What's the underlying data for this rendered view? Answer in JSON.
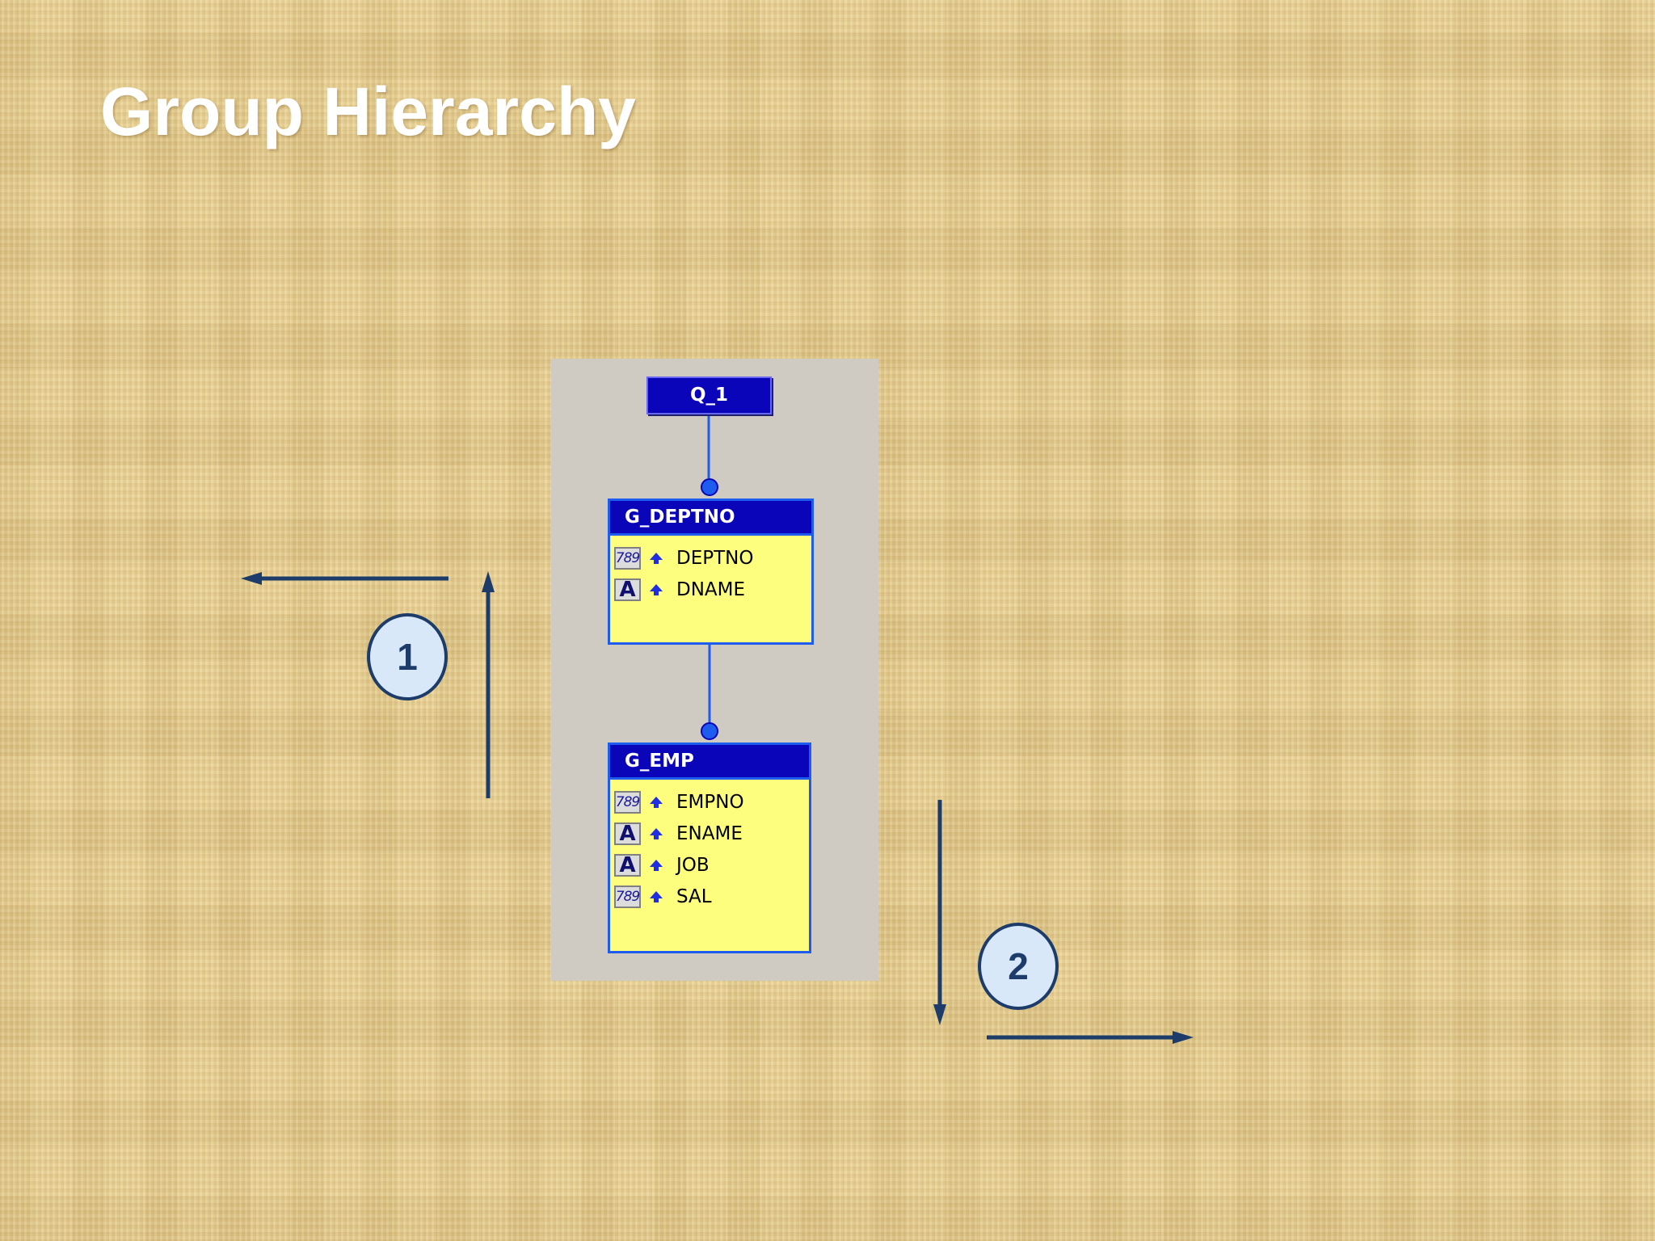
{
  "slide": {
    "title": "Group Hierarchy"
  },
  "diagram": {
    "query": "Q_1",
    "groups": [
      {
        "name": "G_DEPTNO",
        "columns": [
          {
            "type_icon": "789",
            "type": "number",
            "name": "DEPTNO"
          },
          {
            "type_icon": "A",
            "type": "character",
            "name": "DNAME"
          }
        ]
      },
      {
        "name": "G_EMP",
        "columns": [
          {
            "type_icon": "789",
            "type": "number",
            "name": "EMPNO"
          },
          {
            "type_icon": "A",
            "type": "character",
            "name": "ENAME"
          },
          {
            "type_icon": "A",
            "type": "character",
            "name": "JOB"
          },
          {
            "type_icon": "789",
            "type": "number",
            "name": "SAL"
          }
        ]
      }
    ],
    "callouts": [
      {
        "label": "1",
        "arrows": "up, then left"
      },
      {
        "label": "2",
        "arrows": "down, then right"
      }
    ]
  },
  "colors": {
    "header_blue": "#0a05b8",
    "border_blue": "#1e5cf0",
    "group_fill": "#fefe7e",
    "panel_gray": "#cfcac2",
    "arrow_navy": "#1d3c6a",
    "callout_fill": "#d8e8f8"
  },
  "icons": {
    "number_type": "number-type-icon",
    "character_type": "character-type-icon",
    "sort": "sort-ascending-icon",
    "link_dot": "link-dot-icon"
  }
}
